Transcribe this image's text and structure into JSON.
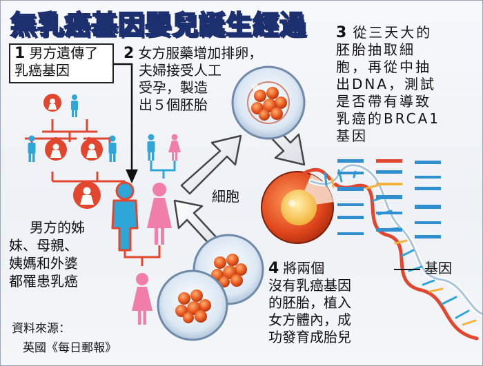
{
  "title": "無乳癌基因嬰兒誕生經過",
  "steps": {
    "s1": {
      "num": "1",
      "line1": "男方遺傳了",
      "line2": "乳癌基因"
    },
    "s2": {
      "num": "2",
      "line1": "女方服藥增加排卵，",
      "line2": "夫婦接受人工",
      "line3": "受孕，製造",
      "line4": "出５個胚胎"
    },
    "s3": {
      "num": "3",
      "line1": "從三天大的",
      "line2": "胚胎抽取細",
      "line3": "胞，再從中抽",
      "line4": "出DNA，測試",
      "line5": "是否帶有導致",
      "line6": "乳癌的BRCA1",
      "line7": "基因"
    },
    "s4": {
      "num": "4",
      "line1": "將兩個",
      "line2": "沒有乳癌基因",
      "line3": "的胚胎，植入",
      "line4": "女方體內，成",
      "line5": "功發育成胎兒"
    }
  },
  "family_note": {
    "line1": "男方的姊",
    "line2": "妹、母親、",
    "line3": "姨媽和外婆",
    "line4": "都罹患乳癌"
  },
  "labels": {
    "cell": "細胞",
    "gene": "基因"
  },
  "source": {
    "line1": "資料來源：",
    "line2": "英國《每日郵報》"
  },
  "colors": {
    "affected_red": "#e2462e",
    "male_blue": "#2fa6d8",
    "female_pink": "#f07ea8",
    "title_navy": "#1c2f6e",
    "tree_line": "#e2462e"
  }
}
